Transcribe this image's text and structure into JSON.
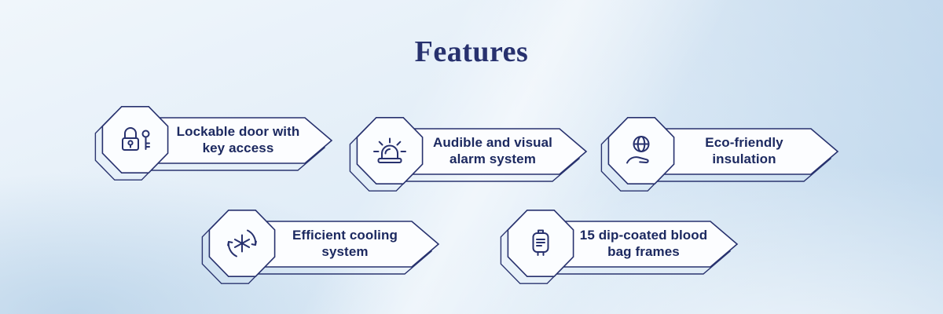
{
  "title": "Features",
  "features": [
    {
      "label": "Lockable door with key access",
      "icon": "lock-key-icon"
    },
    {
      "label": "Audible and visual alarm system",
      "icon": "alarm-siren-icon"
    },
    {
      "label": "Eco-friendly insulation",
      "icon": "eco-globe-hand-icon"
    },
    {
      "label": "Efficient cooling system",
      "icon": "snowflake-cooling-icon"
    },
    {
      "label": "15 dip-coated blood bag frames",
      "icon": "blood-bag-icon"
    }
  ],
  "colors": {
    "navy_outline": "#27316e",
    "text_navy": "#1c2960",
    "shape_fill": "#fcfdff",
    "background_light_blue": "#e3eef8"
  }
}
